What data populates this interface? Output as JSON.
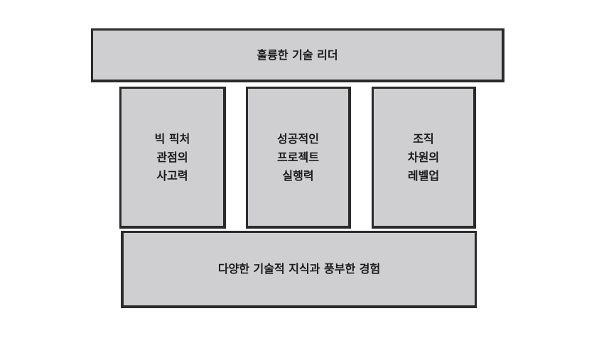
{
  "roof": {
    "label": "훌륭한 기술 리더"
  },
  "pillars": [
    {
      "lines": [
        "빅 픽처",
        "관점의",
        "사고력"
      ]
    },
    {
      "lines": [
        "성공적인",
        "프로젝트",
        "실행력"
      ]
    },
    {
      "lines": [
        "조직",
        "차원의",
        "레벨업"
      ]
    }
  ],
  "foundation": {
    "label": "다양한 기술적 지식과 풍부한 경험"
  }
}
